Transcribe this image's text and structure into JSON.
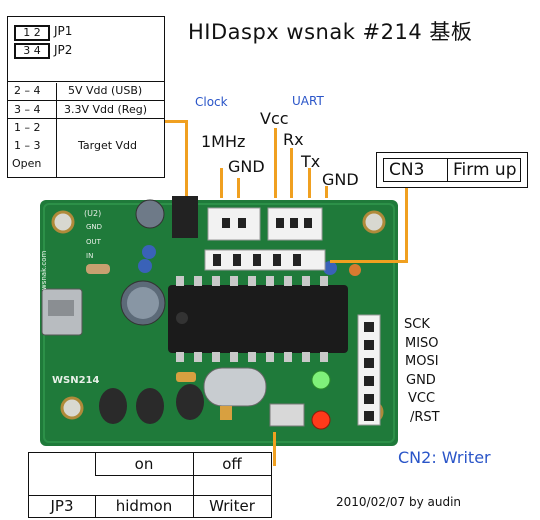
{
  "title": "HIDaspx  wsnak #214  基板",
  "legend": {
    "jp1_pins": "1 2",
    "jp1_label": "JP1",
    "jp2_pins": "3 4",
    "jp2_label": "JP2",
    "rows": [
      {
        "jumper": "2 – 4",
        "mode": "5V Vdd (USB)"
      },
      {
        "jumper": "3 – 4",
        "mode": "3.3V Vdd (Reg)"
      },
      {
        "jumper_lines": [
          "1 – 2",
          "1 – 3",
          "Open"
        ],
        "mode": "Target Vdd"
      }
    ]
  },
  "annotations": {
    "clock": "Clock",
    "uart": "UART",
    "freq": "1MHz",
    "gnd_left": "GND",
    "vcc": "Vcc",
    "rx": "Rx",
    "tx": "Tx",
    "gnd_right": "GND"
  },
  "cn3": {
    "name": "CN3",
    "desc": "Firm up"
  },
  "cn2_pins": [
    "SCK",
    "MISO",
    "MOSI",
    "GND",
    "VCC",
    "/RST"
  ],
  "cn2_label": "CN2: Writer",
  "jp3_table": {
    "headers": [
      "on",
      "off"
    ],
    "row_label": "JP3",
    "values": [
      "hidmon",
      "Writer"
    ]
  },
  "credit": "2010/02/07 by audin",
  "board_silkscreen": {
    "top_left": "(U2)",
    "gnd": "GND",
    "out": "OUT",
    "in": "IN",
    "model": "WSN214",
    "site": "wsnak.com"
  },
  "colors": {
    "board": "#1f7a3a",
    "accent_line": "#f0a020",
    "link_blue": "#2a55c8"
  }
}
